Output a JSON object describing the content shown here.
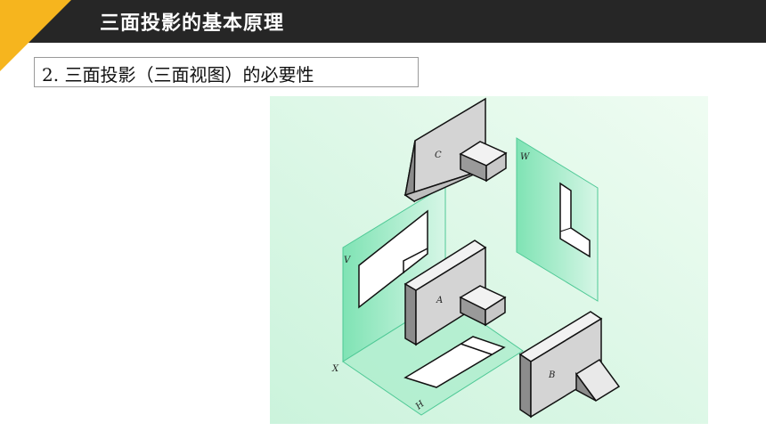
{
  "header": {
    "title": "三面投影的基本原理"
  },
  "section": {
    "heading": "2. 三面投影（三面视图）的必要性"
  },
  "figure": {
    "labels": {
      "v": "V",
      "h": "H",
      "w": "W",
      "x": "X",
      "a": "A",
      "b": "B",
      "c": "C"
    }
  },
  "colors": {
    "accent": "#f6b51e",
    "header": "#262626",
    "plane": "#9fe8c4"
  }
}
